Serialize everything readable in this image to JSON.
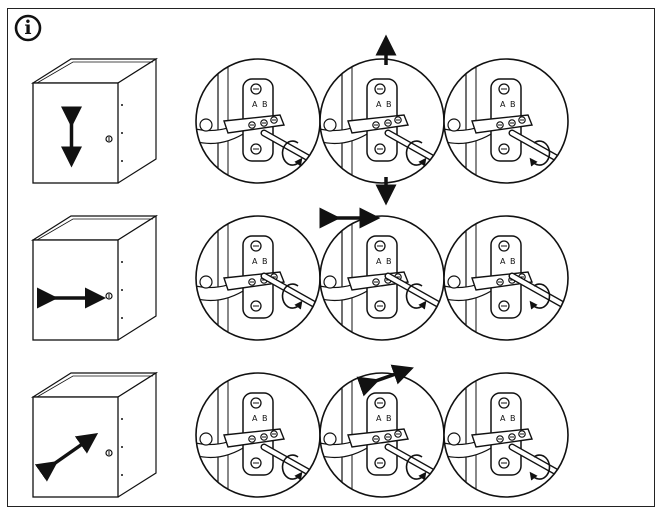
{
  "info": {
    "icon": "info-icon",
    "symbol": "i"
  },
  "colors": {
    "ink": "#111111",
    "paper": "#ffffff",
    "frame": "#222222"
  },
  "hinge_labels": {
    "a": "A",
    "b": "B"
  },
  "rows": [
    {
      "adjustment": "vertical",
      "cabinet_arrow_icon": "double-arrow-vertical-icon",
      "panels": [
        {
          "rotation": "counterclockwise",
          "move_arrow": ""
        },
        {
          "rotation": "counterclockwise",
          "move_arrow": "double-arrow-vertical-icon"
        },
        {
          "rotation": "clockwise",
          "move_arrow": ""
        }
      ]
    },
    {
      "adjustment": "horizontal",
      "cabinet_arrow_icon": "double-arrow-horizontal-icon",
      "panels": [
        {
          "rotation": "counterclockwise",
          "move_arrow": ""
        },
        {
          "rotation": "counterclockwise",
          "move_arrow": "double-arrow-horizontal-icon"
        },
        {
          "rotation": "clockwise",
          "move_arrow": ""
        }
      ]
    },
    {
      "adjustment": "depth",
      "cabinet_arrow_icon": "double-arrow-diagonal-icon",
      "panels": [
        {
          "rotation": "counterclockwise",
          "move_arrow": ""
        },
        {
          "rotation": "counterclockwise",
          "move_arrow": "double-arrow-diagonal-icon"
        },
        {
          "rotation": "clockwise",
          "move_arrow": ""
        }
      ]
    }
  ]
}
